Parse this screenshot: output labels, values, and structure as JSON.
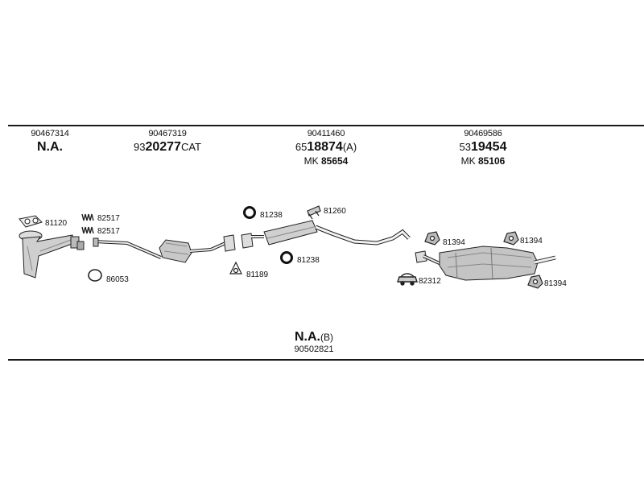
{
  "header": {
    "groups": [
      {
        "oe_number": "90467314",
        "main_prefix": "",
        "main_bold": "N.A.",
        "main_suffix": "",
        "mk_prefix": "",
        "mk_number": ""
      },
      {
        "oe_number": "90467319",
        "main_prefix": "93",
        "main_bold": "20277",
        "main_suffix": "CAT",
        "mk_prefix": "",
        "mk_number": ""
      },
      {
        "oe_number": "90411460",
        "main_prefix": "65",
        "main_bold": "18874",
        "main_suffix": "(A)",
        "mk_prefix": "MK",
        "mk_number": "85654"
      },
      {
        "oe_number": "90469586",
        "main_prefix": "53",
        "main_bold": "19454",
        "main_suffix": "",
        "mk_prefix": "MK",
        "mk_number": "85106"
      }
    ]
  },
  "parts": {
    "p81120": "81120",
    "p82517a": "82517",
    "p82517b": "82517",
    "p86053": "86053",
    "p81189": "81189",
    "p81238a": "81238",
    "p81260": "81260",
    "p81238b": "81238",
    "p81394a": "81394",
    "p81394b": "81394",
    "p82312": "82312",
    "p81394c": "81394"
  },
  "footer": {
    "main_bold": "N.A.",
    "main_suffix": "(B)",
    "oe_number": "90502821"
  }
}
